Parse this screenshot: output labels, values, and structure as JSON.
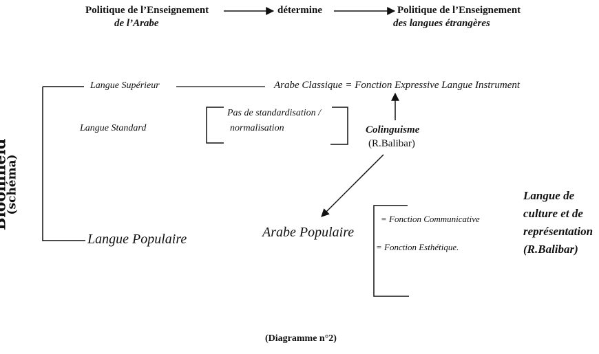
{
  "header": {
    "left_line1": "Politique de l’Enseignement",
    "left_line2": "de l’Arabe",
    "middle": "détermine",
    "right_line1": "Politique de l’Enseignement",
    "right_line2": "des langues étrangères"
  },
  "bloomfield": {
    "title": "Bloomfield",
    "subtitle": "(schéma)",
    "levels": {
      "superieur": "Langue Supérieur",
      "standard": "Langue Standard",
      "populaire": "Langue Populaire"
    }
  },
  "classique": {
    "label": "Arabe Classique = Fonction Expressive  Langue  Instrument"
  },
  "standardisation": {
    "line1": "Pas de standardisation /",
    "line2": "normalisation"
  },
  "colinguisme": {
    "label": "Colinguisme",
    "author": "(R.Balibar)"
  },
  "populaire": {
    "label": "Arabe Populaire",
    "functions": [
      "= Fonction  Communicative",
      "= Fonction Esthétique."
    ]
  },
  "culture": {
    "lines": [
      "Langue de",
      "culture et de",
      "représentation",
      "(R.Balibar)"
    ]
  },
  "caption": "(Diagramme n°2)",
  "colors": {
    "ink": "#111111",
    "background": "#ffffff"
  }
}
